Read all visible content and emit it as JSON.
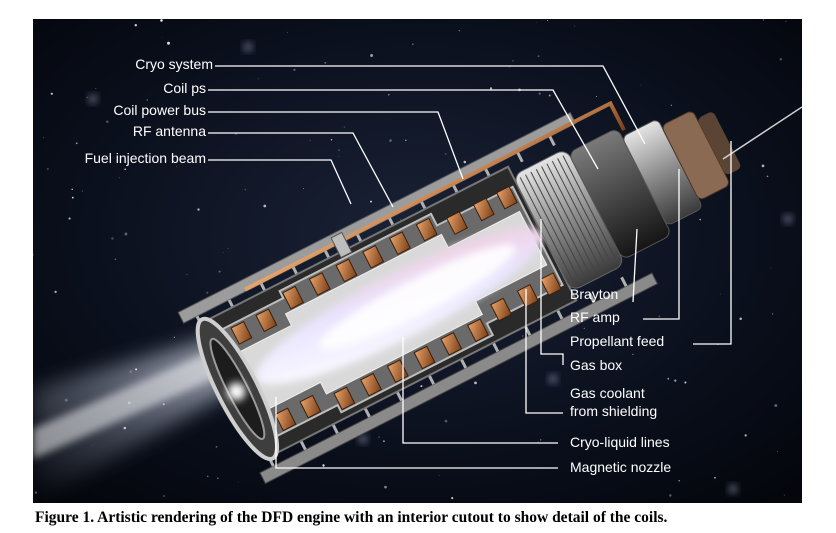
{
  "labels_left": [
    "Cryo system",
    "Coil ps",
    "Coil power bus",
    "RF antenna",
    "Fuel injection beam"
  ],
  "labels_right": [
    "Brayton",
    "RF amp",
    "Propellant feed",
    "Gas box",
    "Gas coolant",
    "from shielding",
    "Cryo-liquid lines",
    "Magnetic nozzle"
  ],
  "caption": "Figure 1. Artistic rendering of the DFD engine with an interior cutout to show detail of the coils."
}
